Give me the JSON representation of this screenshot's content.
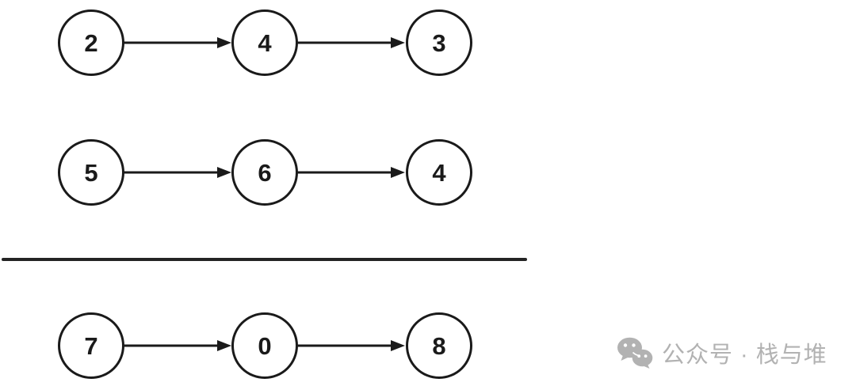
{
  "diagram": {
    "type": "linked-lists",
    "description": "Two singly linked lists above a sum line and their resulting linked list below",
    "lists": [
      {
        "name": "list-1",
        "nodes": [
          "2",
          "4",
          "3"
        ]
      },
      {
        "name": "list-2",
        "nodes": [
          "5",
          "6",
          "4"
        ]
      },
      {
        "name": "result-list",
        "nodes": [
          "7",
          "0",
          "8"
        ]
      }
    ],
    "colors": {
      "node_stroke": "#1a1a1a",
      "node_fill": "#ffffff",
      "arrow": "#1a1a1a",
      "divider": "#242424"
    }
  },
  "watermark": {
    "icon": "wechat-icon",
    "text": "公众号 · 栈与堆",
    "color": "#b2b2b2"
  }
}
